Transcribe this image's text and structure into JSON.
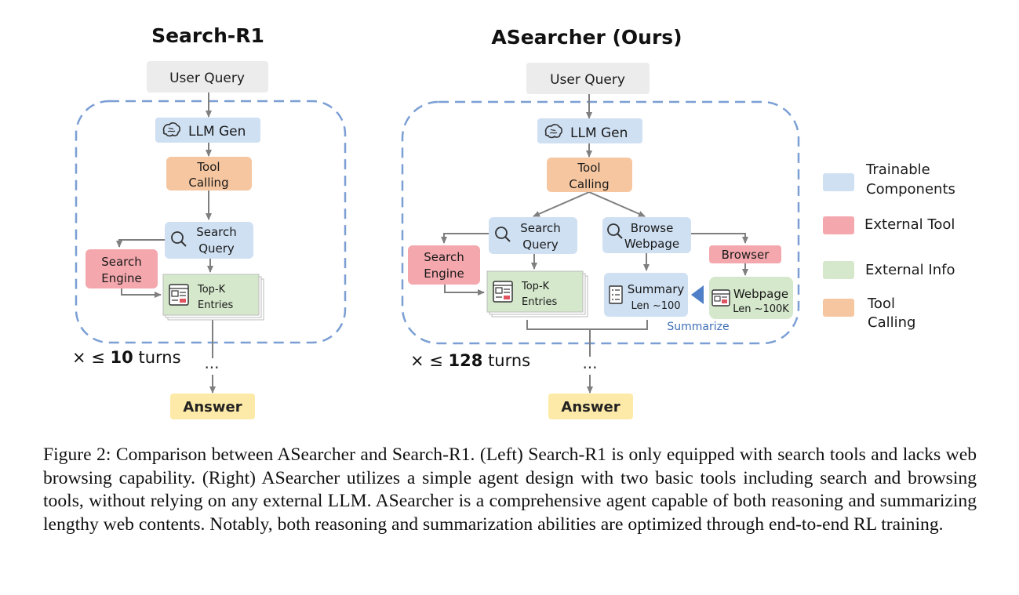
{
  "left": {
    "title": "Search-R1",
    "user_query": "User Query",
    "llm_gen": "LLM Gen",
    "tool_calling_line1": "Tool",
    "tool_calling_line2": "Calling",
    "search_query_line1": "Search",
    "search_query_line2": "Query",
    "search_engine_line1": "Search",
    "search_engine_line2": "Engine",
    "topk_line1": "Top-K",
    "topk_line2": "Entries",
    "turns_prefix": "× ≤ ",
    "turns_value": "10",
    "turns_suffix": " turns",
    "ellipsis": "...",
    "answer": "Answer"
  },
  "right": {
    "title": "ASearcher (Ours)",
    "user_query": "User Query",
    "llm_gen": "LLM Gen",
    "tool_calling_line1": "Tool",
    "tool_calling_line2": "Calling",
    "search_query_line1": "Search",
    "search_query_line2": "Query",
    "browse_line1": "Browse",
    "browse_line2": "Webpage",
    "search_engine_line1": "Search",
    "search_engine_line2": "Engine",
    "topk_line1": "Top-K",
    "topk_line2": "Entries",
    "summary_line1": "Summary",
    "summary_line2": "Len ~100",
    "browser": "Browser",
    "webpage_line1": "Webpage",
    "webpage_line2": "Len ~100K",
    "summarize": "Summarize",
    "turns_prefix": "× ≤ ",
    "turns_value": "128",
    "turns_suffix": " turns",
    "ellipsis": "...",
    "answer": "Answer"
  },
  "legend": {
    "trainable_line1": "Trainable",
    "trainable_line2": "Components",
    "external_tool": "External Tool",
    "external_info": "External Info",
    "tool_calling_line1": "Tool",
    "tool_calling_line2": "Calling"
  },
  "colors": {
    "trainable": "#cfe0f3",
    "external_tool": "#f4a8ad",
    "external_info": "#d5e8cc",
    "tool_calling": "#f5c6a0",
    "user_query": "#ececec",
    "answer": "#fdeaa8",
    "dashed_border": "#7b9fd4"
  },
  "icons": {
    "llm": "brain-icon",
    "search": "magnifier-icon",
    "entries": "document-list-icon",
    "summary": "checklist-icon",
    "webpage": "webpage-icon",
    "summarize_arrow": "triangle-arrow-icon"
  },
  "caption": "Figure 2: Comparison between ASearcher and Search-R1. (Left) Search-R1 is only equipped with search tools and lacks web browsing capability. (Right) ASearcher utilizes a simple agent design with two basic tools including search and browsing tools, without relying on any external LLM. ASearcher is a comprehensive agent capable of both reasoning and summarizing lengthy web contents. Notably, both reasoning and summarization abilities are optimized through end-to-end RL training."
}
